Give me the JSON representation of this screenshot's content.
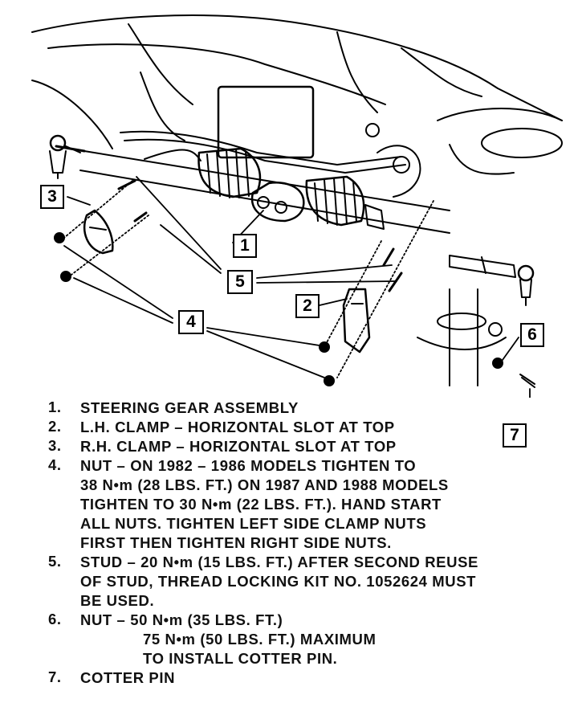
{
  "callouts": {
    "c1": "1",
    "c2": "2",
    "c3": "3",
    "c4": "4",
    "c5": "5",
    "c6": "6",
    "c7": "7"
  },
  "legend": [
    {
      "num": "1.",
      "lines": [
        "STEERING GEAR ASSEMBLY"
      ]
    },
    {
      "num": "2.",
      "lines": [
        "L.H. CLAMP – HORIZONTAL SLOT AT TOP"
      ]
    },
    {
      "num": "3.",
      "lines": [
        "R.H. CLAMP – HORIZONTAL SLOT AT TOP"
      ]
    },
    {
      "num": "4.",
      "lines": [
        "NUT – ON 1982 – 1986 MODELS TIGHTEN TO",
        "38 N•m (28 LBS. FT.) ON 1987 AND 1988 MODELS",
        "TIGHTEN TO 30 N•m (22 LBS. FT.).  HAND START",
        "ALL NUTS. TIGHTEN LEFT SIDE CLAMP NUTS",
        "FIRST THEN TIGHTEN RIGHT SIDE NUTS."
      ]
    },
    {
      "num": "5.",
      "lines": [
        "STUD – 20 N•m (15 LBS. FT.) AFTER SECOND REUSE",
        "OF STUD, THREAD LOCKING KIT NO. 1052624 MUST",
        "BE USED."
      ]
    },
    {
      "num": "6.",
      "lines": [
        "NUT –  50 N•m (35 LBS. FT.)",
        "75 N•m (50 LBS. FT.) MAXIMUM",
        "TO INSTALL COTTER PIN."
      ]
    },
    {
      "num": "7.",
      "lines": [
        "COTTER PIN"
      ]
    }
  ]
}
